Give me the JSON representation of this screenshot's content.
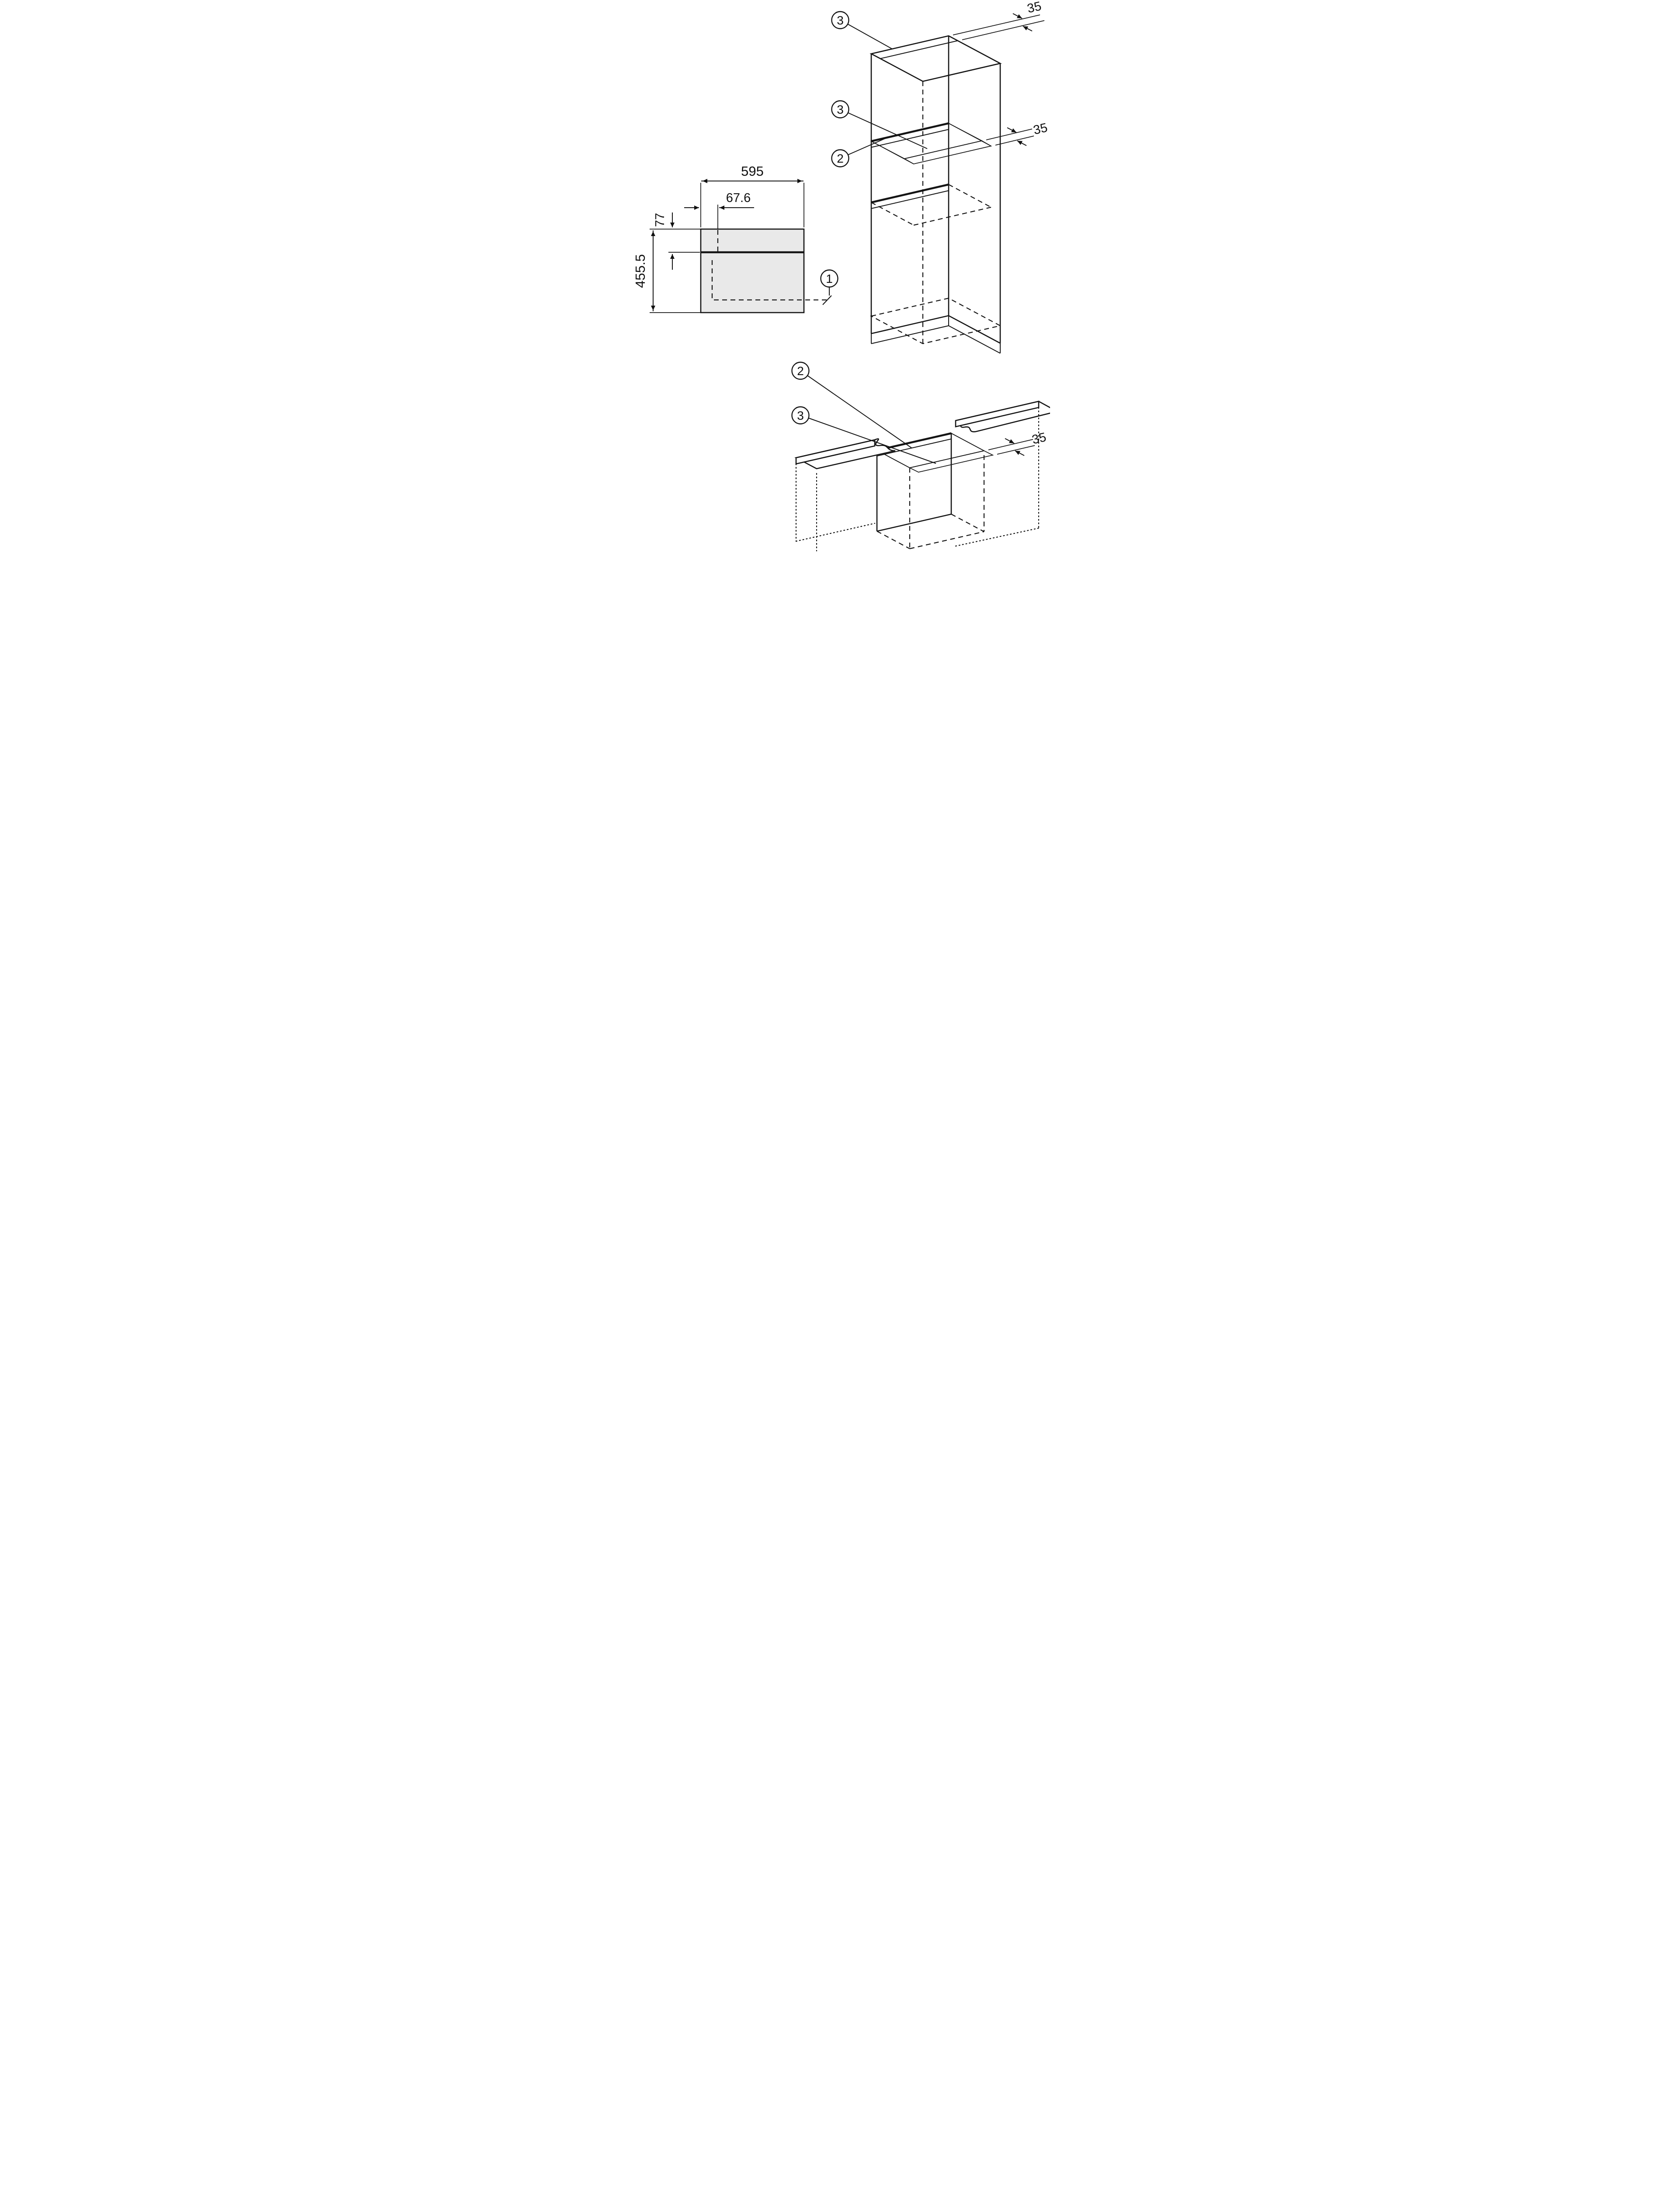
{
  "diagram": {
    "front_view": {
      "dim_width": "595",
      "dim_cutout_offset": "67.6",
      "dim_panel_height": "77",
      "dim_height": "455.5",
      "callout_mains_connection": "1"
    },
    "tall_unit": {
      "callout_top_vent": "3",
      "callout_shelf_vent": "3",
      "callout_shelf": "2",
      "dim_top_gap": "35",
      "dim_shelf_gap": "35"
    },
    "base_unit": {
      "callout_shelf": "2",
      "callout_vent": "3",
      "dim_gap": "35"
    }
  }
}
